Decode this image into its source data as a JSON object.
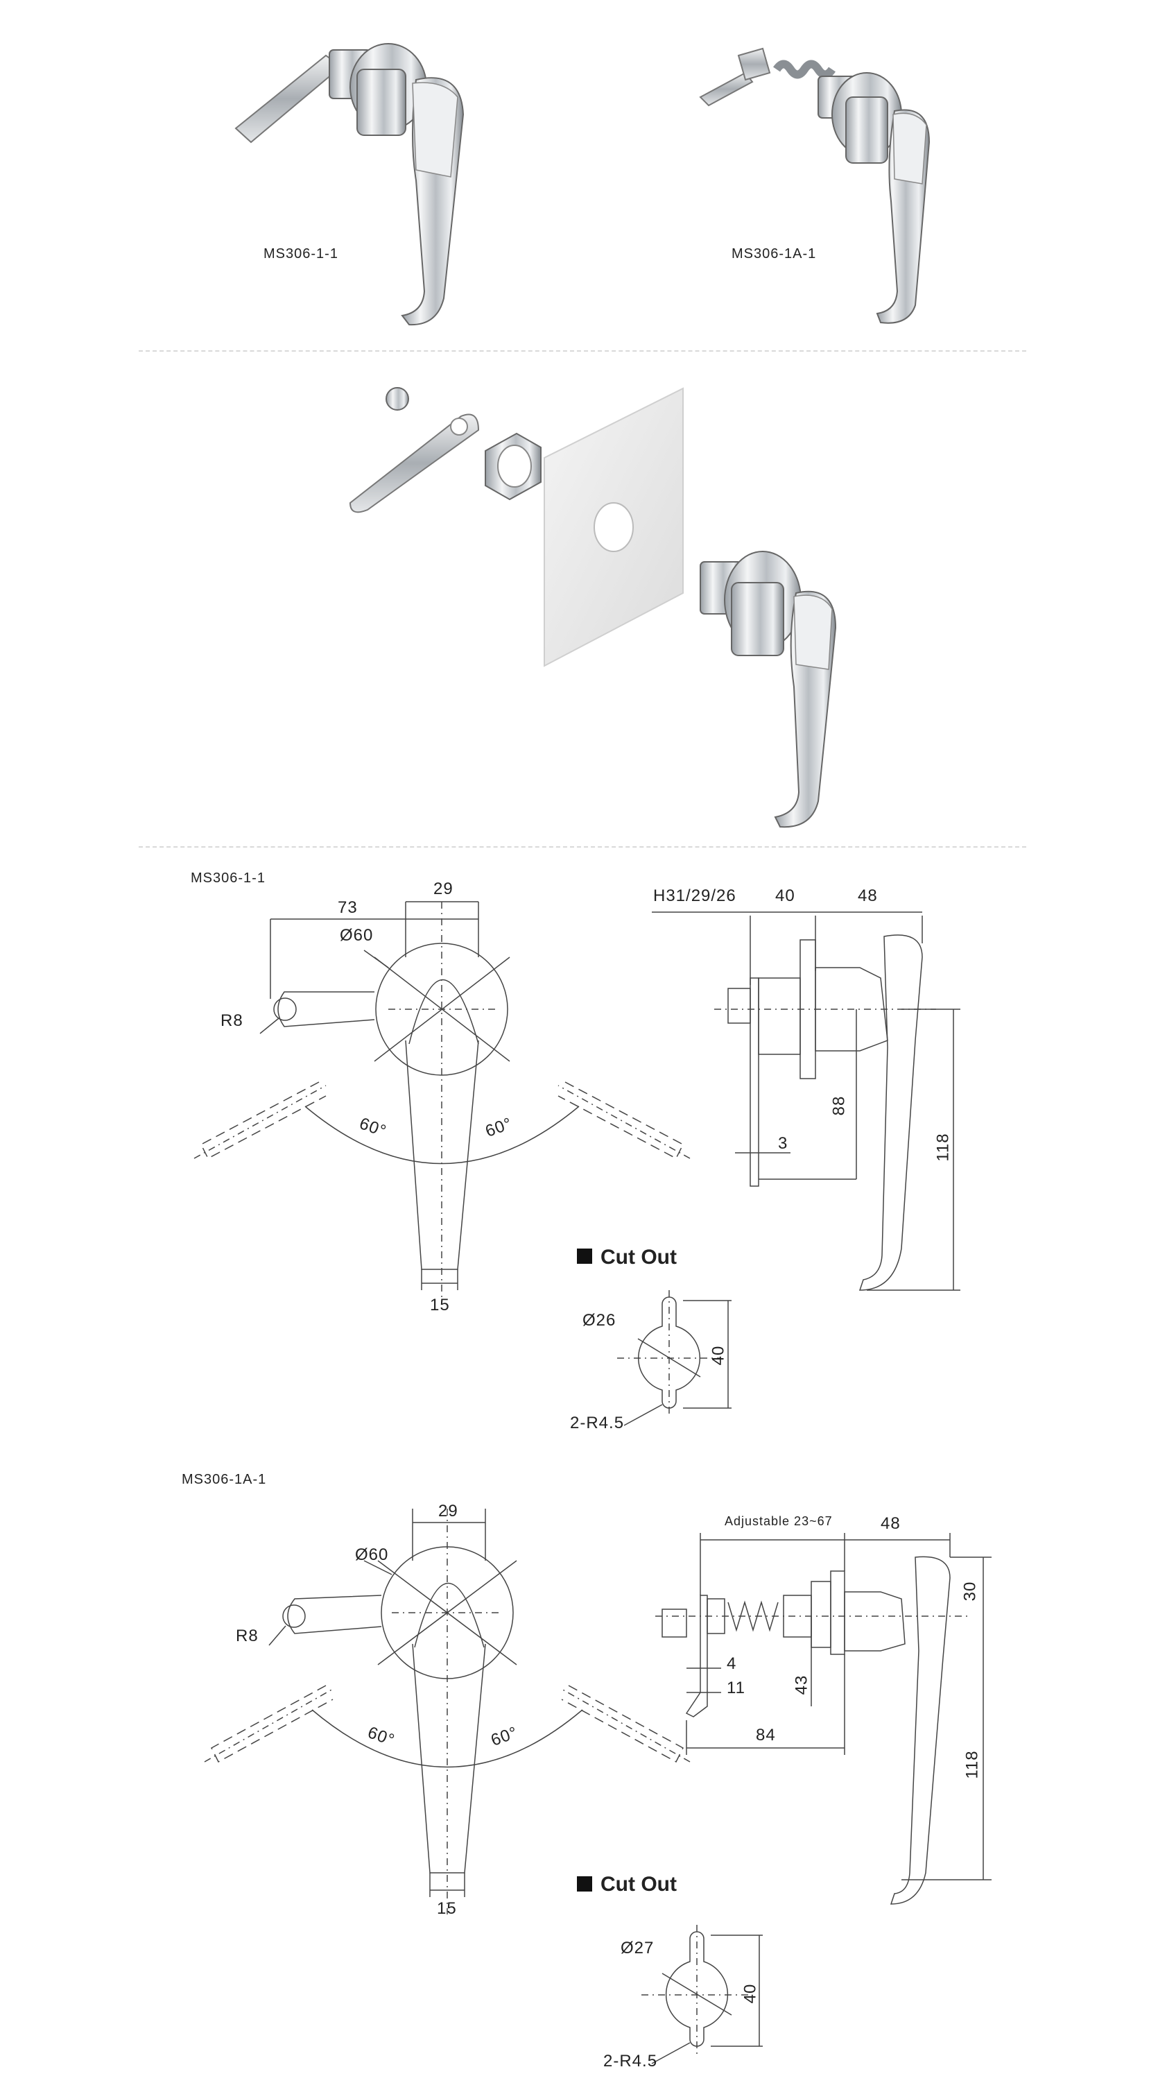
{
  "products": {
    "model_a": "MS306-1-1",
    "model_b": "MS306-1A-1"
  },
  "drawing_a": {
    "label": "MS306-1-1",
    "front": {
      "width_top": "29",
      "reach": "73",
      "dia": "Ø60",
      "radius": "R8",
      "angle_left": "60°",
      "angle_right": "60°",
      "bottom_width": "15"
    },
    "side": {
      "panel_thickness": "H31/29/26",
      "d1": "40",
      "d2": "48",
      "height_inner": "88",
      "height_total": "118",
      "plate": "3"
    },
    "cutout": {
      "title": "Cut Out",
      "dia": "Ø26",
      "height": "40",
      "radius": "2-R4.5"
    }
  },
  "drawing_b": {
    "label": "MS306-1A-1",
    "front": {
      "width_top": "29",
      "dia": "Ø60",
      "radius": "R8",
      "angle_left": "60°",
      "angle_right": "60°",
      "bottom_width": "15"
    },
    "side": {
      "adjustable": "Adjustable 23~67",
      "d2": "48",
      "top": "30",
      "d_4": "4",
      "d_11": "11",
      "d_43": "43",
      "d_84": "84",
      "height_total": "118"
    },
    "cutout": {
      "title": "Cut Out",
      "dia": "Ø27",
      "height": "40",
      "radius": "2-R4.5"
    }
  }
}
